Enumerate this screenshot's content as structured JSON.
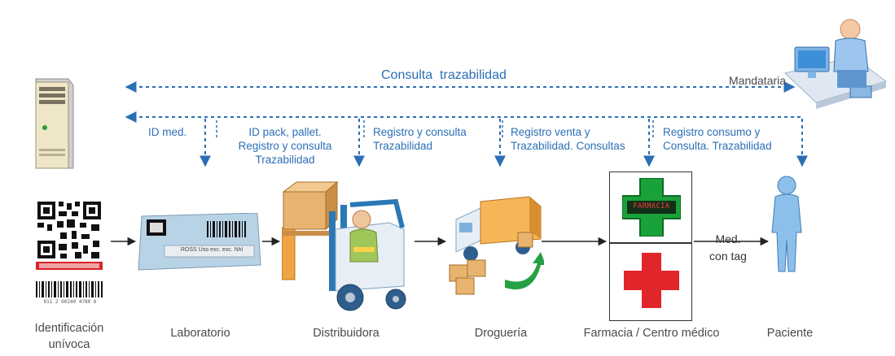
{
  "top": {
    "title": "Consulta  trazabilidad",
    "mandataria": "Mandataria"
  },
  "steps": [
    {
      "text": "ID med."
    },
    {
      "text": "ID pack, pallet.\nRegistro y consulta\nTrazabilidad"
    },
    {
      "text": "Registro y consulta\nTrazabilidad"
    },
    {
      "text": "Registro venta y\nTrazabilidad. Consultas"
    },
    {
      "text": "Registro consumo y\nConsulta. Trazabilidad"
    }
  ],
  "stages": [
    {
      "name": "Identificación\nunívoca"
    },
    {
      "name": "Laboratorio"
    },
    {
      "name": "Distribuidora"
    },
    {
      "name": "Droguería"
    },
    {
      "name": "Farmacia / Centro médico"
    },
    {
      "name": "Paciente"
    }
  ],
  "pharmacy_sign": "FARMACIA",
  "card_text": "ROSS Uso exc. exc. Nhl",
  "barcode_number": "011 2 00240 4780 6",
  "med_tag": "Med.\ncon tag",
  "colors": {
    "accent": "#2b6fb4",
    "cross_green": "#1aa23a",
    "cross_red": "#e1262b"
  }
}
